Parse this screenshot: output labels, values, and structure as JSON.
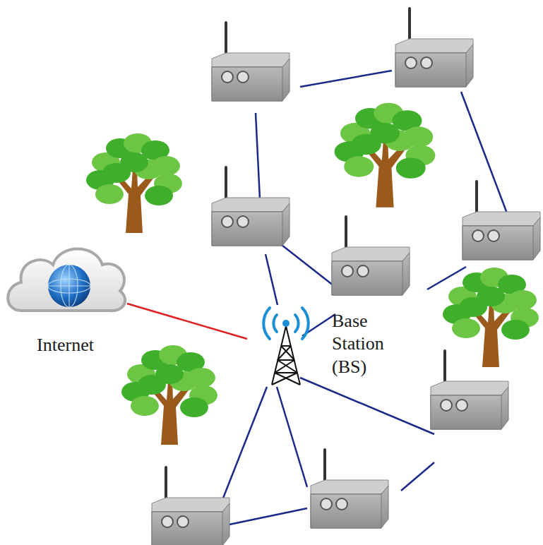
{
  "diagram": {
    "nodes": [
      {
        "text": [
          "Internet"
        ]
      },
      {
        "text": [
          "Base Station (BS)"
        ]
      }
    ],
    "edges": [
      {
        "from": 0,
        "to": 1,
        "arrow": "none"
      }
    ]
  }
}
